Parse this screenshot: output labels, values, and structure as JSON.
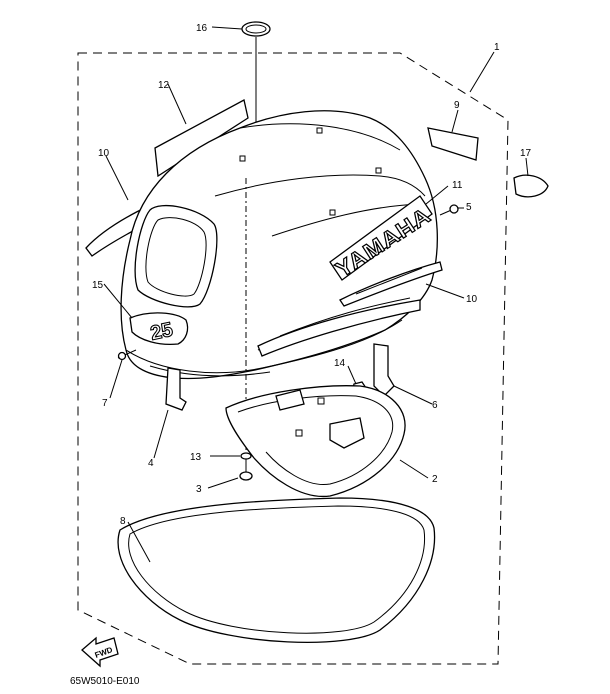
{
  "diagram": {
    "callouts": {
      "c1": "1",
      "c2": "2",
      "c3": "3",
      "c4": "4",
      "c5": "5",
      "c6": "6",
      "c7": "7",
      "c8": "8",
      "c9": "9",
      "c10a": "10",
      "c10b": "10",
      "c11": "11",
      "c12": "12",
      "c13": "13",
      "c14": "14",
      "c15": "15",
      "c16": "16",
      "c17": "17"
    },
    "decal_brand": "YAMAHA",
    "decal_model": "25",
    "fwd_label": "FWD",
    "drawing_code": "65W5010-E010"
  }
}
